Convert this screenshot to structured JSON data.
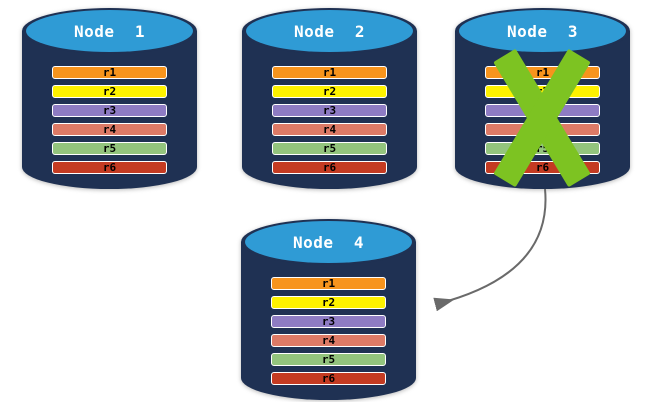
{
  "colors": {
    "background": "#FFFFFF",
    "cylinder_body": "#1F3153",
    "cylinder_top": "#2F9BD5",
    "record_border": "#FFFFFF",
    "record_label_text": "#000000",
    "title_text": "#FFFFFF"
  },
  "nodes": [
    {
      "id": "node-1",
      "title": "Node  1",
      "failed": false,
      "records": [
        {
          "label": "r1",
          "color": "#F7941D"
        },
        {
          "label": "r2",
          "color": "#FEF200"
        },
        {
          "label": "r3",
          "color": "#8E7CC3"
        },
        {
          "label": "r4",
          "color": "#DD7A66"
        },
        {
          "label": "r5",
          "color": "#93C47D"
        },
        {
          "label": "r6",
          "color": "#C43B22"
        }
      ]
    },
    {
      "id": "node-2",
      "title": "Node  2",
      "failed": false,
      "records": [
        {
          "label": "r1",
          "color": "#F7941D"
        },
        {
          "label": "r2",
          "color": "#FEF200"
        },
        {
          "label": "r3",
          "color": "#8E7CC3"
        },
        {
          "label": "r4",
          "color": "#DD7A66"
        },
        {
          "label": "r5",
          "color": "#93C47D"
        },
        {
          "label": "r6",
          "color": "#C43B22"
        }
      ]
    },
    {
      "id": "node-3",
      "title": "Node  3",
      "failed": true,
      "records": [
        {
          "label": "r1",
          "color": "#F7941D"
        },
        {
          "label": "r2",
          "color": "#FEF200"
        },
        {
          "label": "r3",
          "color": "#8E7CC3"
        },
        {
          "label": "r4",
          "color": "#DD7A66"
        },
        {
          "label": "r5",
          "color": "#93C47D"
        },
        {
          "label": "r6",
          "color": "#C43B22"
        }
      ]
    },
    {
      "id": "node-4",
      "title": "Node  4",
      "failed": false,
      "records": [
        {
          "label": "r1",
          "color": "#F7941D"
        },
        {
          "label": "r2",
          "color": "#FEF200"
        },
        {
          "label": "r3",
          "color": "#8E7CC3"
        },
        {
          "label": "r4",
          "color": "#DD7A66"
        },
        {
          "label": "r5",
          "color": "#93C47D"
        },
        {
          "label": "r6",
          "color": "#C43B22"
        }
      ]
    }
  ],
  "x_mark": {
    "node": "Node 3",
    "color": "#7DC322"
  },
  "arrow": {
    "from": "Node 3",
    "to": "Node 4",
    "color": "#6A6A6A"
  }
}
